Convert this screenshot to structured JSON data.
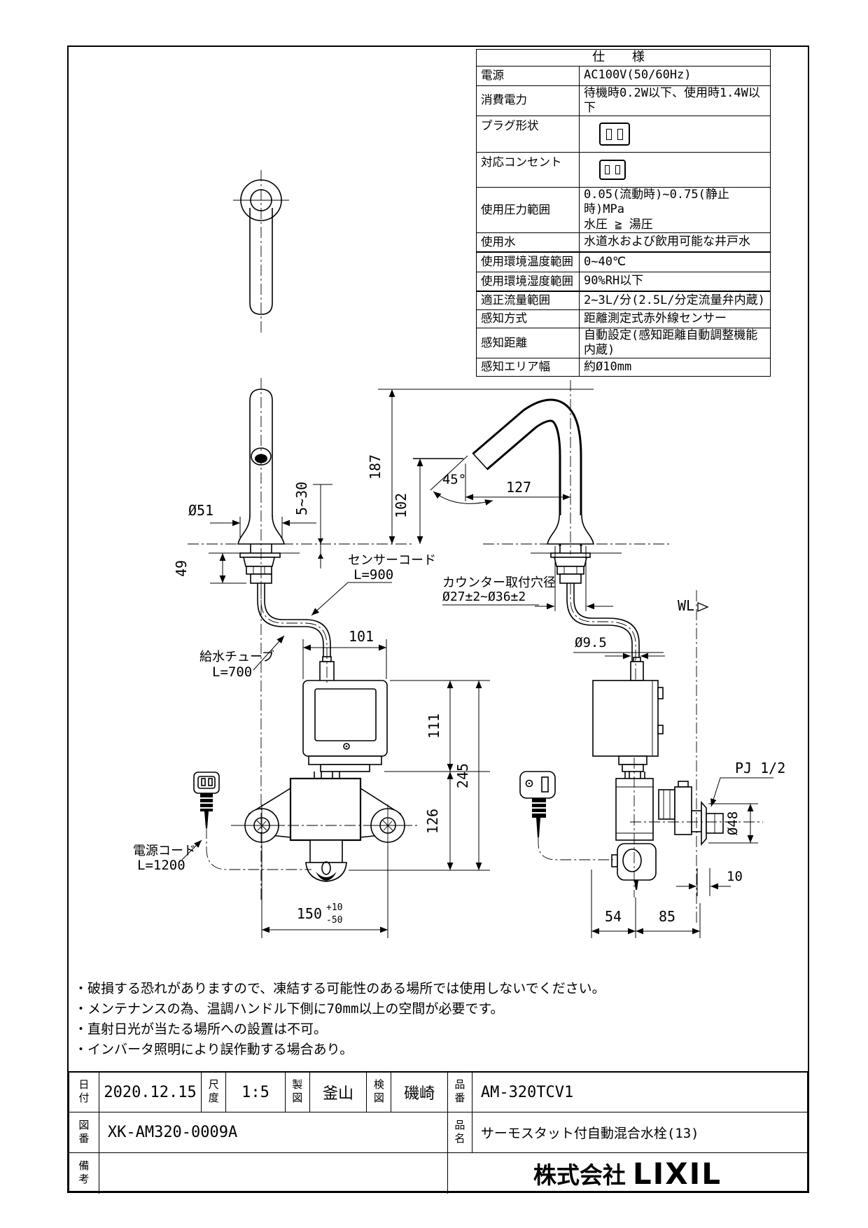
{
  "spec": {
    "title": "仕 様",
    "rows": [
      {
        "label": "電源",
        "value": "AC100V(50/60Hz)"
      },
      {
        "label": "消費電力",
        "value": "待機時0.2W以下、使用時1.4W以下"
      },
      {
        "label": "プラグ形状",
        "value": "",
        "icon": "plug-icon"
      },
      {
        "label": "対応コンセント",
        "value": "",
        "icon": "outlet-icon"
      },
      {
        "label": "使用圧力範囲",
        "value": "0.05(流動時)~0.75(静止時)MPa\n水圧 ≧ 湯圧"
      },
      {
        "label": "使用水",
        "value": "水道水および飲用可能な井戸水"
      },
      {
        "label": "使用環境温度範囲",
        "value": "0~40℃"
      },
      {
        "label": "使用環境湿度範囲",
        "value": "90%RH以下"
      },
      {
        "label": "適正流量範囲",
        "value": "2~3L/分(2.5L/分定流量弁内蔵)"
      },
      {
        "label": "感知方式",
        "value": "距離測定式赤外線センサー"
      },
      {
        "label": "感知距離",
        "value": "自動設定(感知距離自動調整機能内蔵)"
      },
      {
        "label": "感知エリア幅",
        "value": "約Ø10mm"
      }
    ]
  },
  "drawing": {
    "annotations": {
      "sensor_cord_1": "センサーコード",
      "sensor_cord_2": "L=900",
      "supply_tube_1": "給水チューブ",
      "supply_tube_2": "L=700",
      "power_cord_1": "電源コード",
      "power_cord_2": "L=1200",
      "hole_label_1": "カウンター取付穴径",
      "hole_label_2": "Ø27±2~Ø36±2",
      "wl": "WL",
      "pj": "PJ 1/2"
    },
    "dims": {
      "base_dia": "Ø51",
      "counter_thickness": "5~30",
      "shank_len": "49",
      "spout_total_height": "187",
      "spout_outlet_height": "102",
      "spout_angle": "45°",
      "spout_reach": "127",
      "ctrl_width": "101",
      "ctrl_height": "111",
      "valve_height": "126",
      "total_under_height": "245",
      "hose_span": "150",
      "hose_tol_plus": "+10",
      "hose_tol_minus": "-50",
      "tube_dia": "Ø9.5",
      "flange_dia": "Ø48",
      "flange_thickness": "10",
      "depth_a": "54",
      "depth_b": "85"
    }
  },
  "notes": [
    "・破損する恐れがありますので、凍結する可能性のある場所では使用しないでください。",
    "・メンテナンスの為、温調ハンドル下側に70mm以上の空間が必要です。",
    "・直射日光が当たる場所への設置は不可。",
    "・インバータ照明により誤作動する場合あり。"
  ],
  "title_block": {
    "labels": {
      "date": "日付",
      "scale": "尺度",
      "drafter": "製図",
      "checker": "検図",
      "part_no": "品番",
      "drawing_no": "図番",
      "product_name": "品名",
      "remarks": "備考"
    },
    "values": {
      "date": "2020.12.15",
      "scale": "1:5",
      "drafter": "釜山",
      "checker": "磯崎",
      "part_no": "AM-320TCV1",
      "drawing_no": "XK-AM320-0009A",
      "product_name": "サーモスタット付自動混合水栓(13)",
      "remarks": ""
    },
    "company_prefix": "株式会社",
    "company_name": "LIXIL"
  }
}
